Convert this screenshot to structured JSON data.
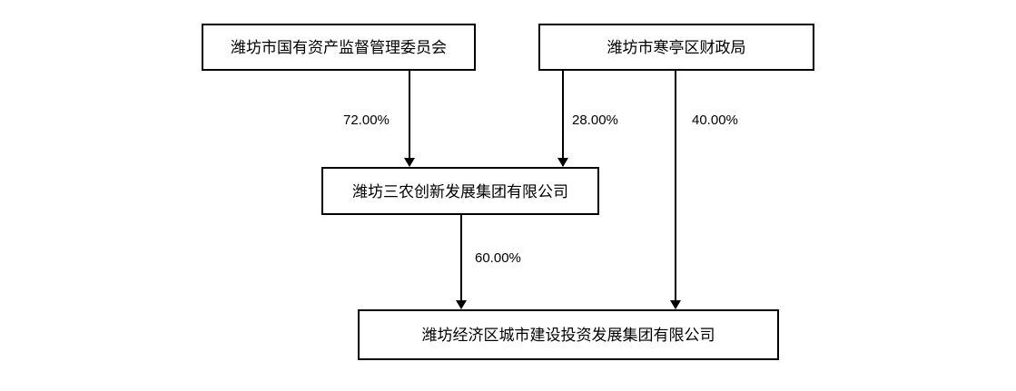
{
  "nodes": {
    "weifang_sasac": "潍坊市国有资产监督管理委员会",
    "hanting_finance": "潍坊市寒亭区财政局",
    "sannong_group": "潍坊三农创新发展集团有限公司",
    "economic_zone_group": "潍坊经济区城市建设投资发展集团有限公司"
  },
  "edges": {
    "sasac_to_sannong": "72.00%",
    "hanting_to_sannong": "28.00%",
    "hanting_to_zone": "40.00%",
    "sannong_to_zone": "60.00%"
  }
}
